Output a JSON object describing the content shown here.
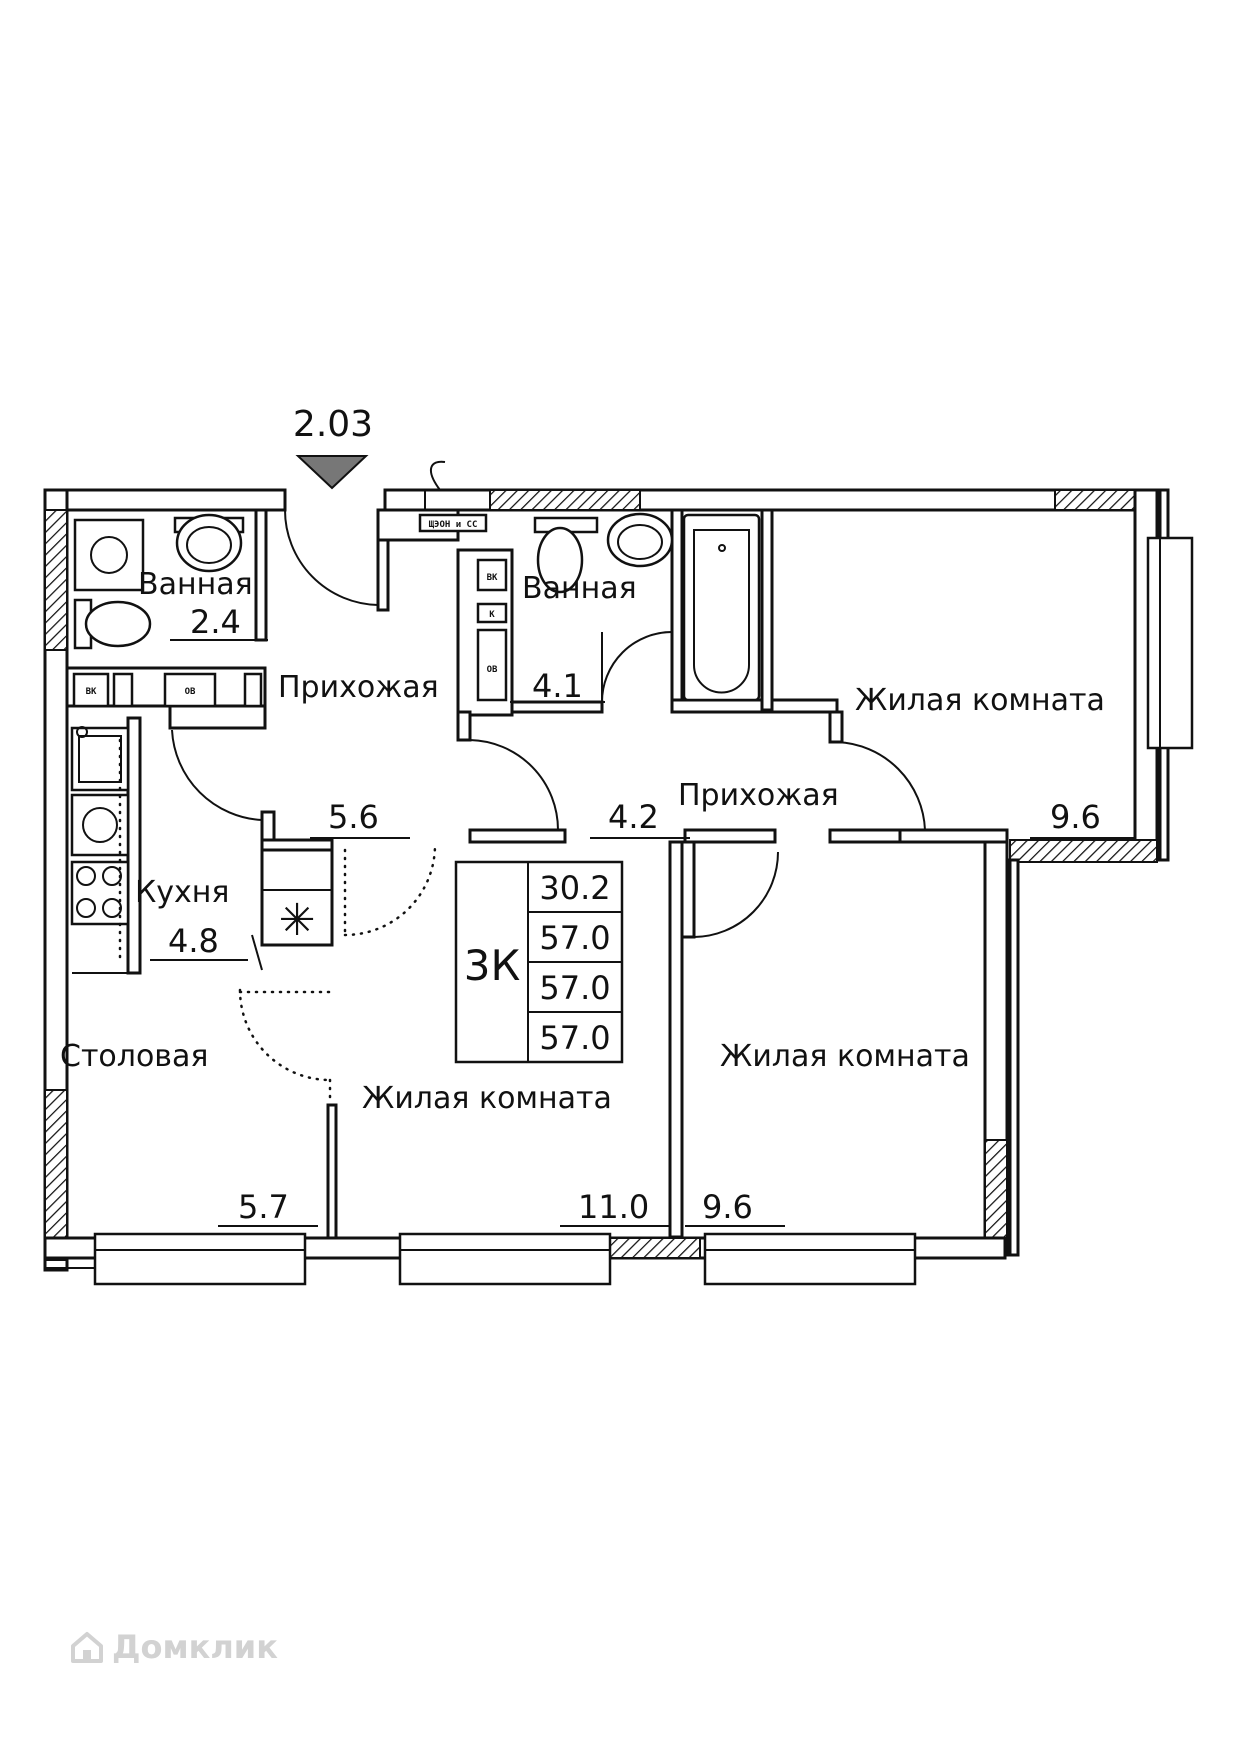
{
  "marker": {
    "level": "2.03"
  },
  "rooms": {
    "bath1": {
      "name": "Ванная",
      "area": "2.4"
    },
    "hall1": {
      "name": "Прихожая",
      "area": "5.6"
    },
    "bath2": {
      "name": "Ванная",
      "area": "4.1"
    },
    "hall2": {
      "name": "Прихожая",
      "area": "4.2"
    },
    "bedroom_ne": {
      "name": "Жилая комната",
      "area": "9.6"
    },
    "kitchen": {
      "name": "Кухня",
      "area": "4.8"
    },
    "dining": {
      "name": "Столовая",
      "area": "5.7"
    },
    "living": {
      "name": "Жилая комната",
      "area": "11.0"
    },
    "bedroom_se": {
      "name": "Жилая комната",
      "area": "9.6"
    }
  },
  "summary": {
    "type": "3К",
    "values": [
      "30.2",
      "57.0",
      "57.0",
      "57.0"
    ]
  },
  "fixtures": {
    "vk": "ВК",
    "ov": "ОВ",
    "k": "К",
    "panel": "ЩЭОН и СС"
  },
  "watermark": {
    "brand": "Домклик",
    "icon": "house-icon",
    "color": "#d2d2d2"
  }
}
